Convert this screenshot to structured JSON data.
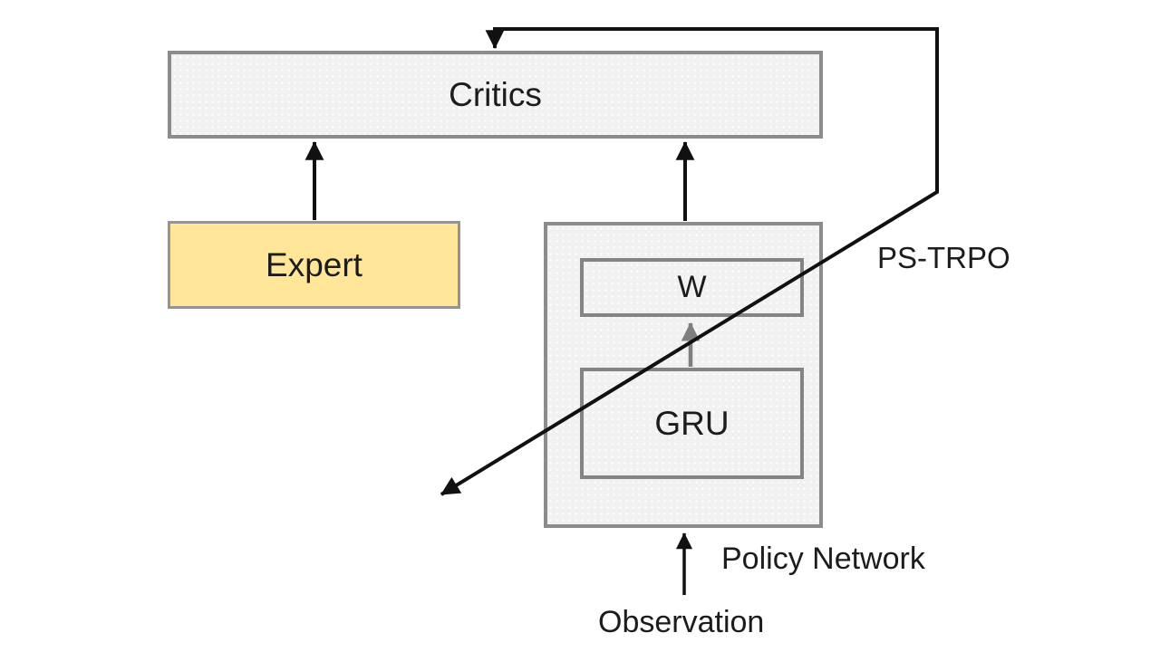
{
  "diagram": {
    "type": "block-diagram",
    "nodes": {
      "critics": {
        "label": "Critics"
      },
      "expert": {
        "label": "Expert"
      },
      "policy_network": {
        "label": ""
      },
      "w": {
        "label": "W"
      },
      "gru": {
        "label": "GRU"
      }
    },
    "labels": {
      "ps_trpo": "PS-TRPO",
      "policy_network": "Policy Network",
      "observation": "Observation"
    },
    "edges": [
      {
        "from": "Expert",
        "to": "Critics",
        "style": "black-arrow-up"
      },
      {
        "from": "Policy Network",
        "to": "Critics",
        "style": "black-arrow-up"
      },
      {
        "from": "Observation",
        "to": "Policy Network",
        "style": "black-arrow-up"
      },
      {
        "from": "GRU",
        "to": "W",
        "style": "gray-arrow-up"
      },
      {
        "from": "PS-TRPO feedback loop",
        "to": "Critics (top) and lower-left (diagonal)",
        "style": "black-double-headed-polyline"
      }
    ],
    "colors": {
      "node_fill": "#f1f1f1",
      "expert_fill": "#ffe699",
      "node_border": "#8c8c8c",
      "arrow_black": "#111111",
      "arrow_gray": "#7f7f7f",
      "background": "#ffffff",
      "text": "#1c1c1c"
    }
  }
}
